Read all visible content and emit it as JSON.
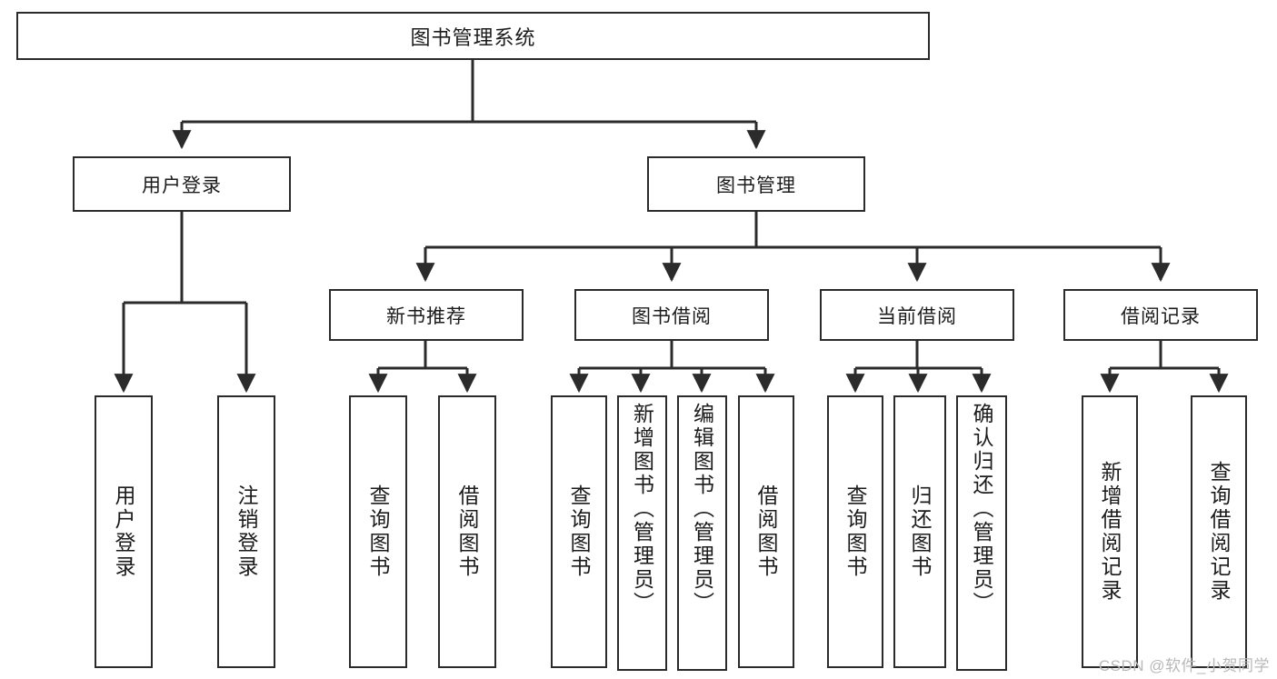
{
  "diagram": {
    "title": "图书管理系统",
    "type": "tree-hierarchy",
    "colors": {
      "background": "#ffffff",
      "box_border": "#2b2b2b",
      "box_fill": "#ffffff",
      "text": "#1b1b1b",
      "connector": "#2b2b2b",
      "watermark": "#b9b9b9"
    },
    "root": {
      "label": "图书管理系统"
    },
    "level1": [
      {
        "label": "用户登录"
      },
      {
        "label": "图书管理"
      }
    ],
    "level2": [
      {
        "label": "新书推荐"
      },
      {
        "label": "图书借阅"
      },
      {
        "label": "当前借阅"
      },
      {
        "label": "借阅记录"
      }
    ],
    "leaves": {
      "user_login": [
        {
          "label": "用户登录"
        },
        {
          "label": "注销登录"
        }
      ],
      "new_book_recommend": [
        {
          "label": "查询图书"
        },
        {
          "label": "借阅图书"
        }
      ],
      "book_borrow": [
        {
          "label": "查询图书"
        },
        {
          "label": "新增图书（管理员）"
        },
        {
          "label": "编辑图书（管理员）"
        },
        {
          "label": "借阅图书"
        }
      ],
      "current_borrow": [
        {
          "label": "查询图书"
        },
        {
          "label": "归还图书"
        },
        {
          "label": "确认归还（管理员）"
        }
      ],
      "borrow_record": [
        {
          "label": "新增借阅记录"
        },
        {
          "label": "查询借阅记录"
        }
      ]
    },
    "watermark": "CSDN @软件_小贺同学"
  }
}
